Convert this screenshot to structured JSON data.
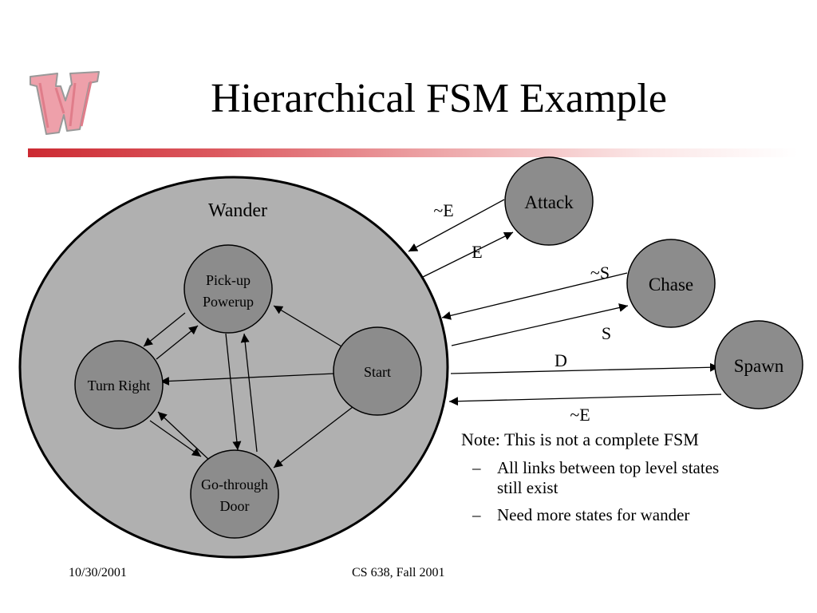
{
  "slide": {
    "title": "Hierarchical FSM Example",
    "brand_color": "#cc2a32"
  },
  "diagram": {
    "super_state": {
      "label": "Wander"
    },
    "inner_states": {
      "pickup": {
        "line1": "Pick-up",
        "line2": "Powerup"
      },
      "turn_right": {
        "label": "Turn Right"
      },
      "start": {
        "label": "Start"
      },
      "gothrough": {
        "line1": "Go-through",
        "line2": "Door"
      }
    },
    "outer_states": {
      "attack": {
        "label": "Attack"
      },
      "chase": {
        "label": "Chase"
      },
      "spawn": {
        "label": "Spawn"
      }
    },
    "edge_labels": {
      "not_e_attack": "~E",
      "e_attack": "E",
      "not_s_chase": "~S",
      "s_chase": "S",
      "d_spawn": "D",
      "not_e_spawn": "~E"
    }
  },
  "note": {
    "head": "Note: This is not a complete FSM",
    "bullets": [
      "All links between top level states still exist",
      "Need more states for wander"
    ],
    "bullet_marker": "–"
  },
  "footer": {
    "date": "10/30/2001",
    "course": "CS 638, Fall 2001"
  }
}
